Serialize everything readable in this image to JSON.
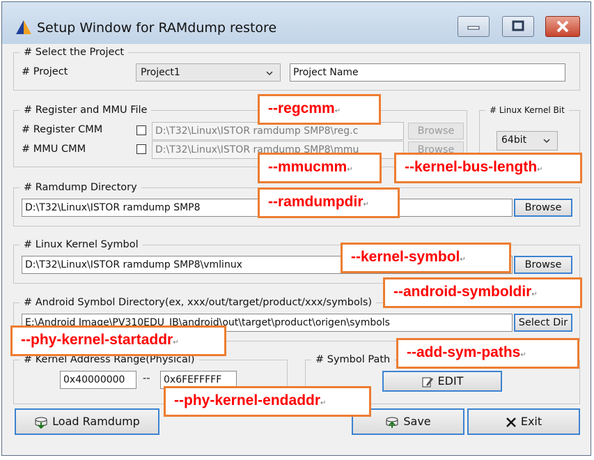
{
  "window": {
    "title": "Setup Window for RAMdump restore",
    "icon": "triangle-app-icon"
  },
  "project_group": {
    "legend": "# Select the Project",
    "project_label": "# Project",
    "project_value": "Project1",
    "project_name_value": "Project Name"
  },
  "register_group": {
    "legend": "# Register and MMU File",
    "register_label": "# Register CMM",
    "register_path": "D:\\T32\\Linux\\ISTOR ramdump SMP8\\reg.c",
    "register_browse": "Browse",
    "mmu_label": "# MMU CMM",
    "mmu_path": "D:\\T32\\Linux\\ISTOR ramdump SMP8\\mmu",
    "mmu_browse": "Browse"
  },
  "kernel_bit_group": {
    "legend": "# Linux Kernel Bit",
    "value": "64bit"
  },
  "ramdump_group": {
    "legend": "# Ramdump Directory",
    "path": "D:\\T32\\Linux\\ISTOR ramdump SMP8",
    "browse": "Browse"
  },
  "kernel_symbol_group": {
    "legend": "# Linux Kernel Symbol",
    "path": "D:\\T32\\Linux\\ISTOR ramdump SMP8\\vmlinux",
    "browse": "Browse"
  },
  "android_symbol_group": {
    "legend": "# Android Symbol Directory(ex, xxx/out/target/product/xxx/symbols)",
    "path": "E:\\Android Image\\PV310EDU_JB\\android\\out\\target\\product\\origen\\symbols",
    "select_dir": "Select Dir"
  },
  "address_group": {
    "legend": "# Kernel Address Range(Physical)",
    "start": "0x40000000",
    "separator": "--",
    "end": "0x6FEFFFFF"
  },
  "symbol_path_group": {
    "legend": "# Symbol Path",
    "edit": "EDIT"
  },
  "footer": {
    "load": "Load Ramdump",
    "save": "Save",
    "exit": "Exit"
  },
  "annotations": {
    "regcmm": "--regcmm",
    "mmucmm": "--mmucmm",
    "kernel_bus_length": "--kernel-bus-length",
    "ramdumpdir": "--ramdumpdir",
    "kernel_symbol": "--kernel-symbol",
    "android_symboldir": "--android-symboldir",
    "phy_kernel_startaddr": "--phy-kernel-startaddr",
    "add_sym_paths": "--add-sym-paths",
    "phy_kernel_endaddr": "--phy-kernel-endaddr",
    "return_mark": "↵"
  },
  "colors": {
    "annotation_border": "#ed7d31",
    "annotation_text": "#ff0000",
    "button_focus": "#3c83d1",
    "titlebar": "#c9d9ec",
    "close_button": "#c8442d"
  }
}
